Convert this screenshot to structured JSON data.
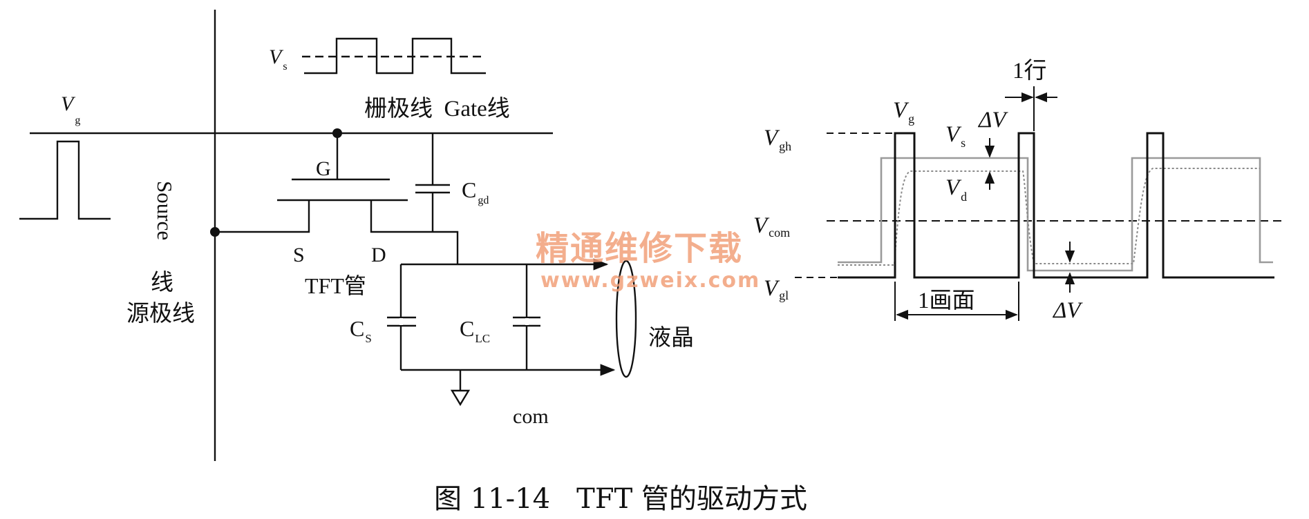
{
  "colors": {
    "ink": "#111111",
    "trace_gray": "#9a9a9a",
    "watermark": "#f2a07a"
  },
  "circuit": {
    "vs_label": {
      "base": "V",
      "sub": "s"
    },
    "vg_label": {
      "base": "V",
      "sub": "g"
    },
    "gate_line_label": "栅极线  Gate线",
    "source_line_label": "Source",
    "source_line_label2": "线",
    "source_line_label3": "源极线",
    "terminal_g": "G",
    "terminal_s": "S",
    "terminal_d": "D",
    "tft_label": "TFT管",
    "cgd_label": {
      "base": "C",
      "sub": "gd"
    },
    "cs_label": {
      "base": "C",
      "sub": "S"
    },
    "clc_label": {
      "base": "C",
      "sub": "LC"
    },
    "lc_label": "液晶",
    "com_label": "com"
  },
  "timing": {
    "one_row_label": "1行",
    "vg_label": {
      "base": "V",
      "sub": "g"
    },
    "vs_label": {
      "base": "V",
      "sub": "s"
    },
    "vd_label": {
      "base": "V",
      "sub": "d"
    },
    "delta_v_top": "ΔV",
    "delta_v_bottom": "ΔV",
    "vgh_label": {
      "base": "V",
      "sub": "gh"
    },
    "vcom_label": {
      "base": "V",
      "sub": "com"
    },
    "vgl_label": {
      "base": "V",
      "sub": "gl"
    },
    "one_frame_label": "1画面"
  },
  "watermark": {
    "title": "精通维修下载",
    "url": "www.gzweix.com"
  },
  "caption": "图 11-14   TFT 管的驱动方式"
}
